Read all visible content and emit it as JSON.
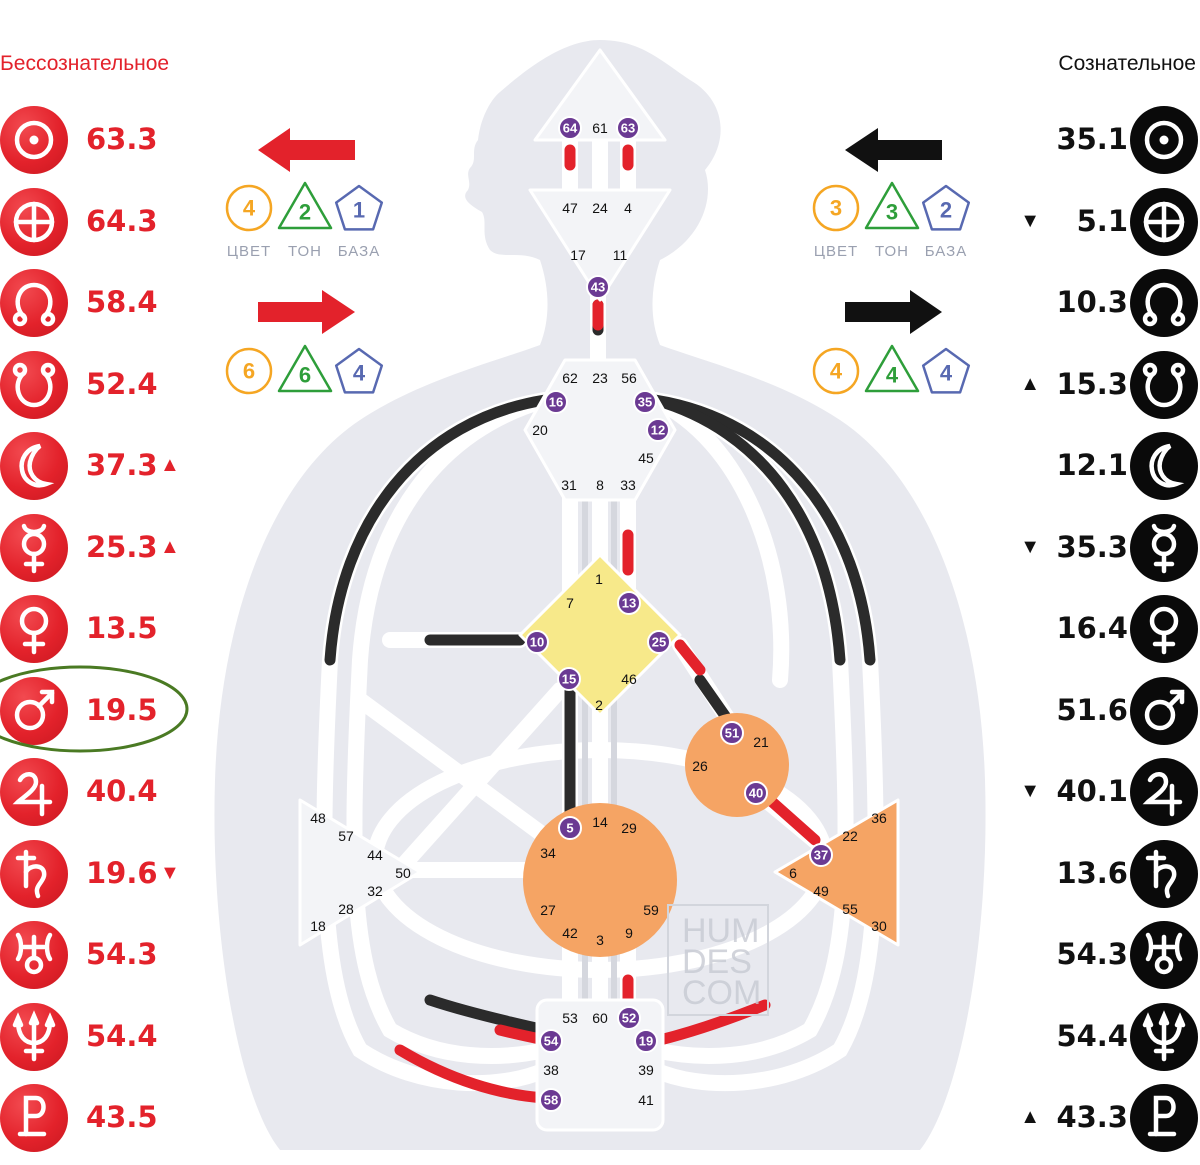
{
  "left_title": "Бессознательное",
  "right_title": "Сознательное",
  "unconscious": [
    {
      "planet": "sun",
      "value": "63.3",
      "arrow": ""
    },
    {
      "planet": "earth",
      "value": "64.3",
      "arrow": ""
    },
    {
      "planet": "north-node",
      "value": "58.4",
      "arrow": ""
    },
    {
      "planet": "south-node",
      "value": "52.4",
      "arrow": ""
    },
    {
      "planet": "moon",
      "value": "37.3",
      "arrow": "▲"
    },
    {
      "planet": "mercury",
      "value": "25.3",
      "arrow": "▲"
    },
    {
      "planet": "venus",
      "value": "13.5",
      "arrow": ""
    },
    {
      "planet": "mars",
      "value": "19.5",
      "arrow": ""
    },
    {
      "planet": "jupiter",
      "value": "40.4",
      "arrow": ""
    },
    {
      "planet": "saturn",
      "value": "19.6",
      "arrow": "▼"
    },
    {
      "planet": "uranus",
      "value": "54.3",
      "arrow": ""
    },
    {
      "planet": "neptune",
      "value": "54.4",
      "arrow": ""
    },
    {
      "planet": "pluto",
      "value": "43.5",
      "arrow": ""
    }
  ],
  "conscious": [
    {
      "planet": "sun",
      "value": "35.1",
      "arrow": ""
    },
    {
      "planet": "earth",
      "value": "5.1",
      "arrow": "▼"
    },
    {
      "planet": "north-node",
      "value": "10.3",
      "arrow": ""
    },
    {
      "planet": "south-node",
      "value": "15.3",
      "arrow": "▲"
    },
    {
      "planet": "moon",
      "value": "12.1",
      "arrow": ""
    },
    {
      "planet": "mercury",
      "value": "35.3",
      "arrow": "▼"
    },
    {
      "planet": "venus",
      "value": "16.4",
      "arrow": ""
    },
    {
      "planet": "mars",
      "value": "51.6",
      "arrow": ""
    },
    {
      "planet": "jupiter",
      "value": "40.1",
      "arrow": "▼"
    },
    {
      "planet": "saturn",
      "value": "13.6",
      "arrow": ""
    },
    {
      "planet": "uranus",
      "value": "54.3",
      "arrow": ""
    },
    {
      "planet": "neptune",
      "value": "54.4",
      "arrow": ""
    },
    {
      "planet": "pluto",
      "value": "43.3",
      "arrow": "▲"
    }
  ],
  "variables": {
    "labels": [
      "ЦВЕТ",
      "ТОН",
      "БАЗА"
    ],
    "left_top": [
      "4",
      "2",
      "1"
    ],
    "left_bottom": [
      "6",
      "6",
      "4"
    ],
    "right_top": [
      "3",
      "3",
      "2"
    ],
    "right_bottom": [
      "4",
      "4",
      "4"
    ]
  },
  "watermark": [
    "HUM",
    "DES",
    "COM"
  ],
  "colors": {
    "unconscious": "#e3222b",
    "conscious": "#111111",
    "gate_active": "#6b3a93",
    "center_defined_yellow": "#f7e98a",
    "center_defined_orange": "#f5a464",
    "center_open": "#f1f2f5",
    "circle_highlight": "#4a7a23"
  },
  "gates": {
    "head": [
      "64",
      "61",
      "63"
    ],
    "ajna": [
      "47",
      "24",
      "4",
      "17",
      "11",
      "43"
    ],
    "throat": [
      "62",
      "23",
      "56",
      "16",
      "35",
      "20",
      "12",
      "45",
      "31",
      "8",
      "33"
    ],
    "g": [
      "1",
      "7",
      "13",
      "10",
      "25",
      "15",
      "46",
      "2"
    ],
    "heart": [
      "51",
      "21",
      "26",
      "40"
    ],
    "spleen": [
      "48",
      "57",
      "44",
      "50",
      "32",
      "28",
      "18"
    ],
    "sacral": [
      "5",
      "14",
      "29",
      "34",
      "27",
      "59",
      "42",
      "3",
      "9"
    ],
    "solar": [
      "36",
      "22",
      "37",
      "6",
      "49",
      "55",
      "30"
    ],
    "root": [
      "53",
      "60",
      "52",
      "54",
      "19",
      "38",
      "39",
      "58",
      "41"
    ]
  }
}
